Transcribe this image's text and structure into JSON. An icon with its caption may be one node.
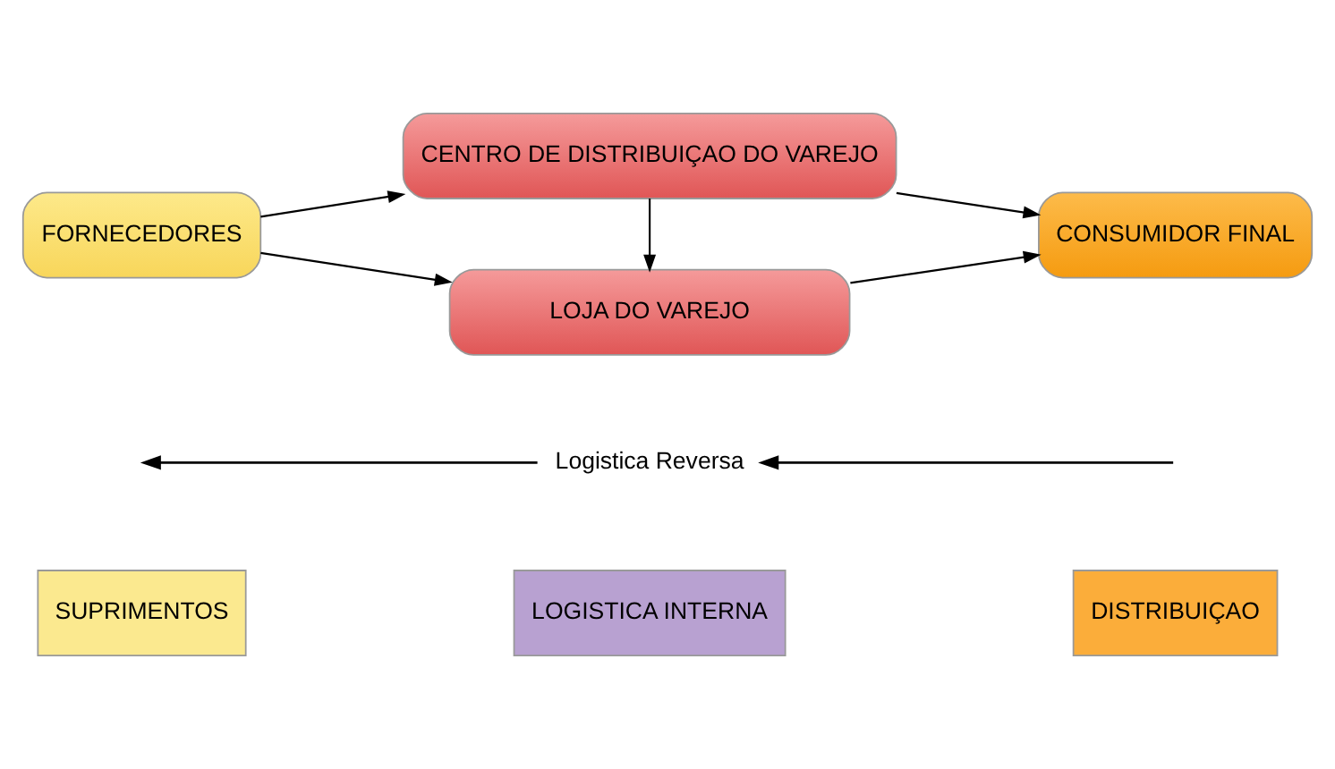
{
  "diagram": {
    "nodes": [
      {
        "text": [
          "SUPRIMENTOS"
        ]
      },
      {
        "text": [
          "LOGISTICA INTERNA"
        ]
      },
      {
        "text": [
          "DISTRIBUIÇAO"
        ]
      },
      {
        "text": [
          "FORNECEDORES"
        ]
      },
      {
        "text": [
          "CENTRO DE DISTRIBUIÇAO DO VAREJO"
        ]
      },
      {
        "text": [
          "LOJA DO VAREJO"
        ]
      },
      {
        "text": [
          "CONSUMIDOR FINAL"
        ]
      }
    ],
    "edges": [
      {
        "from": 3,
        "to": 4,
        "arrow": "to"
      },
      {
        "from": 3,
        "to": 5,
        "arrow": "to"
      },
      {
        "from": 4,
        "to": 5,
        "arrow": "to"
      },
      {
        "from": 4,
        "to": 6,
        "arrow": "to"
      },
      {
        "from": 5,
        "to": 6,
        "arrow": "to"
      }
    ],
    "labels": [
      "Logistica Reversa"
    ]
  }
}
